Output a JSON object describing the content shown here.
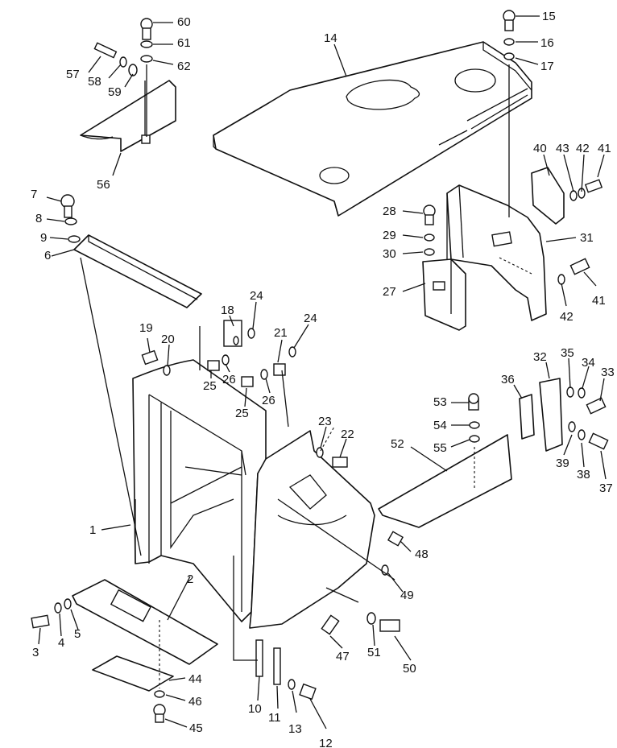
{
  "labels": [
    "60",
    "61",
    "62",
    "57",
    "58",
    "59",
    "56",
    "15",
    "16",
    "17",
    "14",
    "40",
    "43",
    "42",
    "41",
    "31",
    "28",
    "29",
    "30",
    "27",
    "41",
    "42",
    "7",
    "8",
    "9",
    "6",
    "24",
    "18",
    "24",
    "19",
    "20",
    "21",
    "25",
    "26",
    "25",
    "26",
    "35",
    "32",
    "34",
    "33",
    "36",
    "53",
    "54",
    "55",
    "23",
    "22",
    "52",
    "39",
    "38",
    "37",
    "1",
    "2",
    "3",
    "4",
    "5",
    "48",
    "49",
    "47",
    "51",
    "50",
    "44",
    "46",
    "45",
    "10",
    "11",
    "13",
    "12"
  ]
}
